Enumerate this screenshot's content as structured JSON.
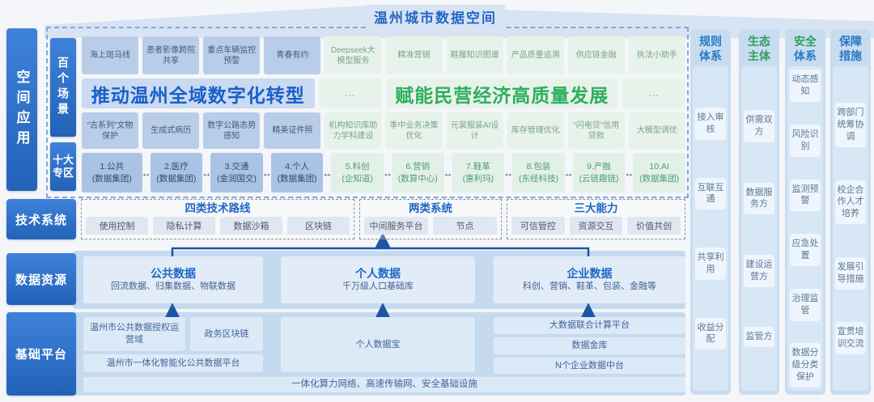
{
  "header": {
    "title": "温州城市数据空间"
  },
  "rail": {
    "space_app": "空间应用",
    "hundred": "百个场景",
    "ten_zones": "十大专区",
    "tech": "技术系统",
    "resource": "数据资源",
    "platform": "基础平台"
  },
  "scenes": {
    "blue_title": "推动温州全域数字化转型",
    "green_title": "赋能民营经济高质量发展",
    "ellipsis": "...",
    "link_arrow": "↔",
    "top_row": [
      "海上斑马线",
      "患者影像跨院共享",
      "重点车辆监控预警",
      "青春有约",
      "Deepseek大模型服务",
      "精准营销",
      "鞋履知识图谱",
      "产品质量追溯",
      "供应链金融",
      "执法小助手"
    ],
    "mid_row": [
      "“古系列”文物保护",
      "生成式病历",
      "数字公路态势感知",
      "精美证件照",
      "机构知识库助力学科建设",
      "季中业务决策优化",
      "元裳服装AI设计",
      "库存管理优化",
      "“闪电贷”信用贷款",
      "大模型调优"
    ],
    "zones": [
      {
        "name": "1.公共",
        "org": "(数据集团)"
      },
      {
        "name": "2.医疗",
        "org": "(数据集团)"
      },
      {
        "name": "3.交通",
        "org": "(金润国交)"
      },
      {
        "name": "4.个人",
        "org": "(数据集团)"
      },
      {
        "name": "5.科创",
        "org": "(企知道)"
      },
      {
        "name": "6.营销",
        "org": "(数算中心)"
      },
      {
        "name": "7.鞋革",
        "org": "(惠利玛)"
      },
      {
        "name": "8.包装",
        "org": "(东经科技)"
      },
      {
        "name": "9.产融",
        "org": "(云链趣链)"
      },
      {
        "name": "10.AI",
        "org": "(数据集团)"
      }
    ]
  },
  "tech": {
    "groups": [
      {
        "title": "四类技术路线",
        "items": [
          "使用控制",
          "隐私计算",
          "数据沙箱",
          "区块链"
        ]
      },
      {
        "title": "两类系统",
        "items": [
          "中间服务平台",
          "节点"
        ]
      },
      {
        "title": "三大能力",
        "items": [
          "可信管控",
          "资源交互",
          "价值共创"
        ]
      }
    ]
  },
  "resources": [
    {
      "title": "公共数据",
      "desc": "回流数据、归集数据、物联数据"
    },
    {
      "title": "个人数据",
      "desc": "千万级人口基础库"
    },
    {
      "title": "企业数据",
      "desc": "科创、营销、鞋革、包装、金融等"
    }
  ],
  "platform": {
    "auth_domain": "温州市公共数据授权运营域",
    "gov_blockchain": "政务区块链",
    "integrated": "温州市一体化智能化公共数据平台",
    "personal_databox": "个人数据宝",
    "joint_computing": "大数据联合计算平台",
    "data_vault": "数据金库",
    "enterprise_mid": "N个企业数据中台",
    "infra": "一体化算力网络、高速传输网、安全基础设施"
  },
  "pillars": [
    {
      "line1": "规则",
      "line2": "体系",
      "items": [
        "接入审核",
        "互联互通",
        "共享利用",
        "收益分配"
      ]
    },
    {
      "line1": "生态",
      "line2": "主体",
      "items": [
        "供需双方",
        "数据服务方",
        "建设运营方",
        "监管方"
      ]
    },
    {
      "line1": "安全",
      "line2": "体系",
      "items": [
        "动态感知",
        "风险识别",
        "监测预警",
        "应急处置",
        "治理监管",
        "数据分级分类保护"
      ]
    },
    {
      "line1": "保障",
      "line2": "措施",
      "items": [
        "跨部门统筹协调",
        "校企合作人才培养",
        "发展引导措施",
        "宣贯培训交流"
      ]
    }
  ],
  "colors": {
    "accent_blue": "#1f66c4",
    "accent_green": "#2fae5e",
    "connector": "#1e55a5"
  }
}
